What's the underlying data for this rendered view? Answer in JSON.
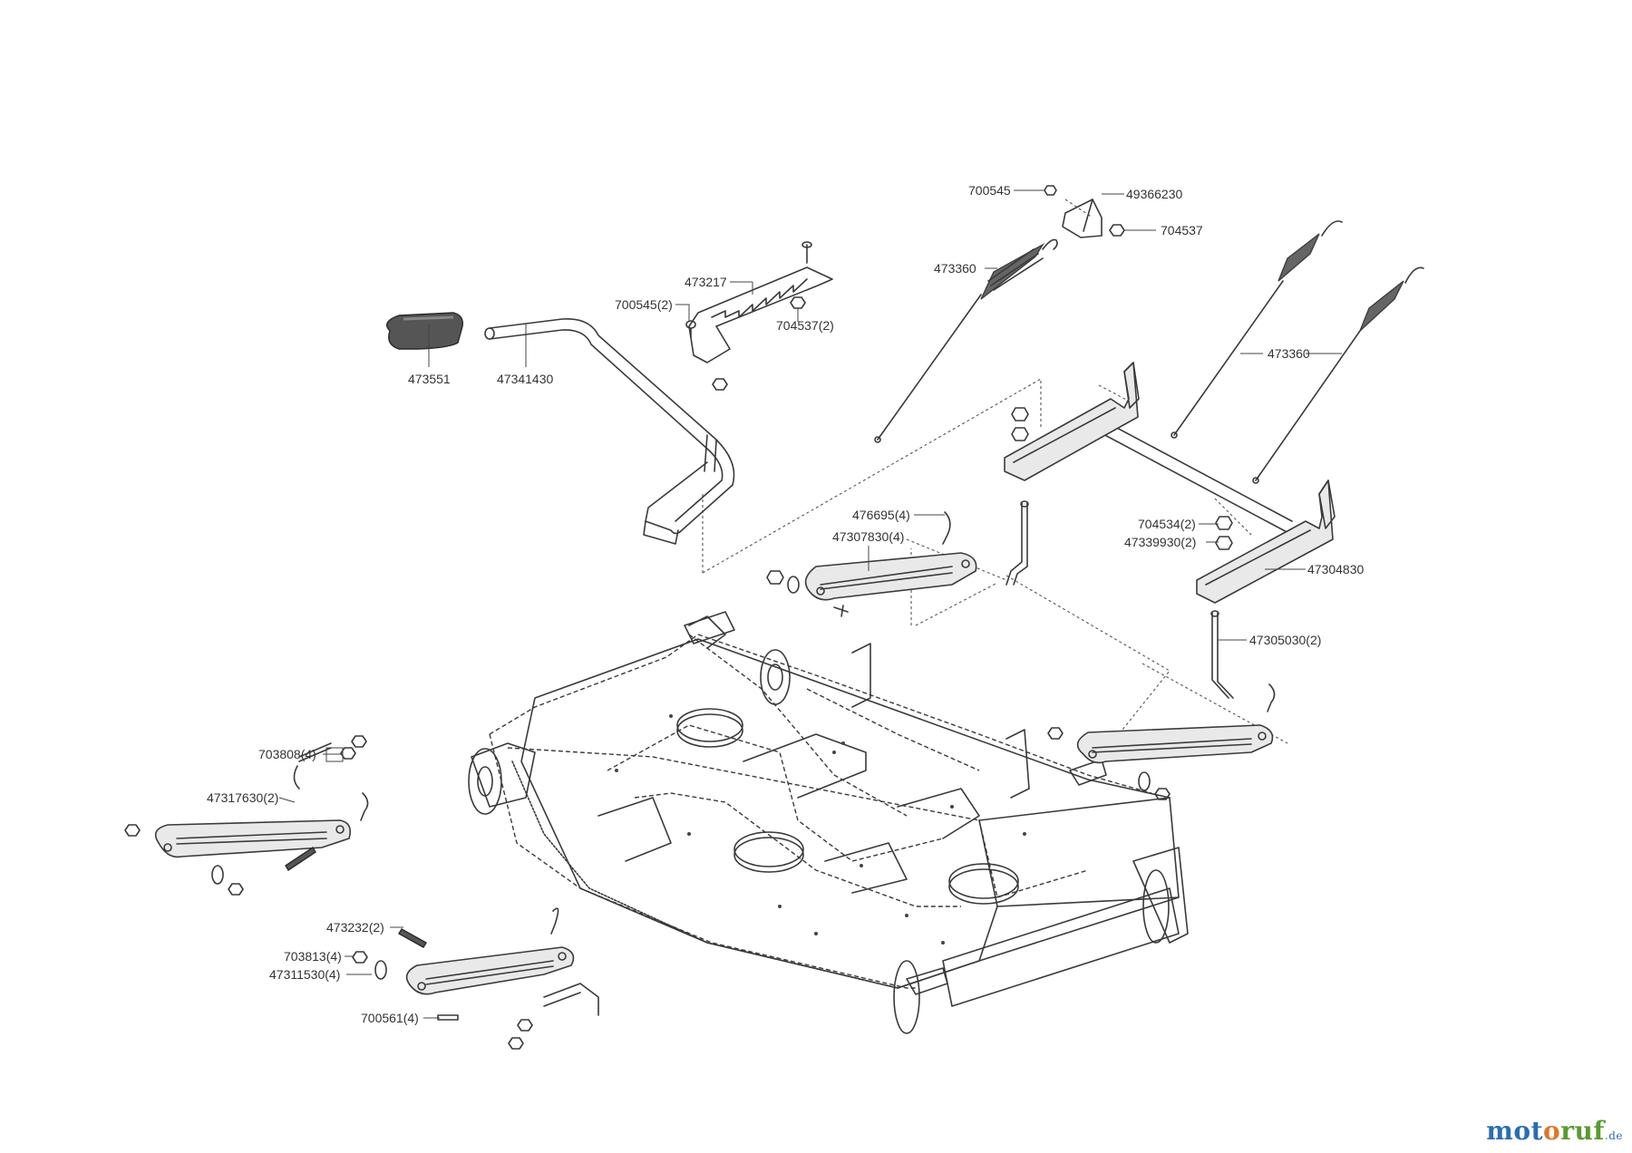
{
  "diagram": {
    "labels": [
      "700545",
      "49366230",
      "704537",
      "473360",
      "473217",
      "700545(2)",
      "704537(2)",
      "473551",
      "47341430",
      "473360",
      "476695(4)",
      "47307830(4)",
      "704534(2)",
      "47339930(2)",
      "47304830",
      "47305030(2)",
      "703808(4)",
      "47317630(2)",
      "473232(2)",
      "703813(4)",
      "47311530(4)",
      "700561(4)"
    ]
  },
  "brand": {
    "part1": "mot",
    "part2": "o",
    "part3": "ruf",
    "domain": ".de"
  }
}
